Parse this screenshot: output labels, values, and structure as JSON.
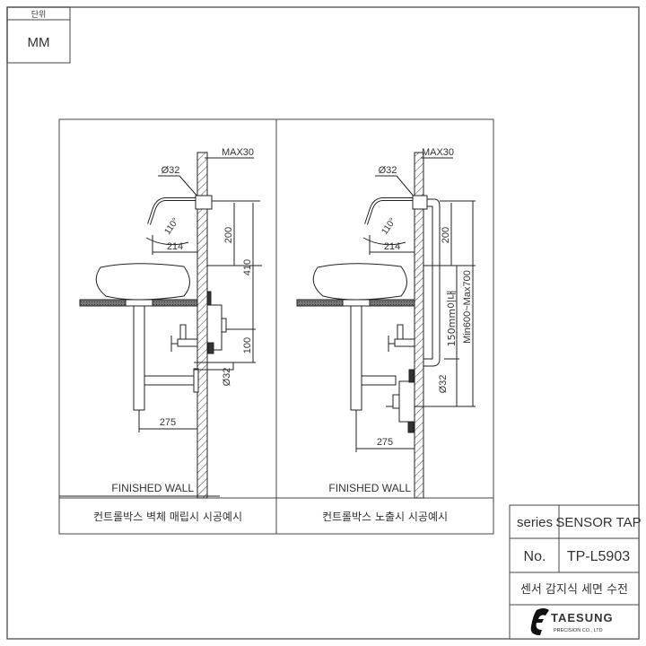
{
  "unit_box": {
    "header": "단위",
    "value": "MM"
  },
  "panels": [
    {
      "caption": "컨트롤박스 벽체 매립시 시공예시",
      "wall_label": "FINISHED WALL",
      "dims": {
        "max": "MAX30",
        "pipe_dia": "Ø32",
        "angle": "110°",
        "reach": "214",
        "spout_height": "200",
        "total": "410",
        "box": "100",
        "drain_dia": "Ø32",
        "drain_offset": "275"
      }
    },
    {
      "caption": "컨트롤박스 노출시 시공예시",
      "wall_label": "FINISHED WALL",
      "dims": {
        "max": "MAX30",
        "pipe_dia": "Ø32",
        "angle": "110°",
        "reach": "214",
        "spout_height": "200",
        "box_range": "150mm이내",
        "total_range": "Min600~Max700",
        "drain_dia": "Ø32",
        "drain_offset": "275"
      }
    }
  ],
  "title_block": {
    "series_label": "series",
    "series_value": "SENSOR TAP",
    "no_label": "No.",
    "no_value": "TP-L5903",
    "description": "센서 감지식 세면 수전",
    "company": "TAESUNG",
    "company_sub": "PRECISION CO., LTD"
  }
}
